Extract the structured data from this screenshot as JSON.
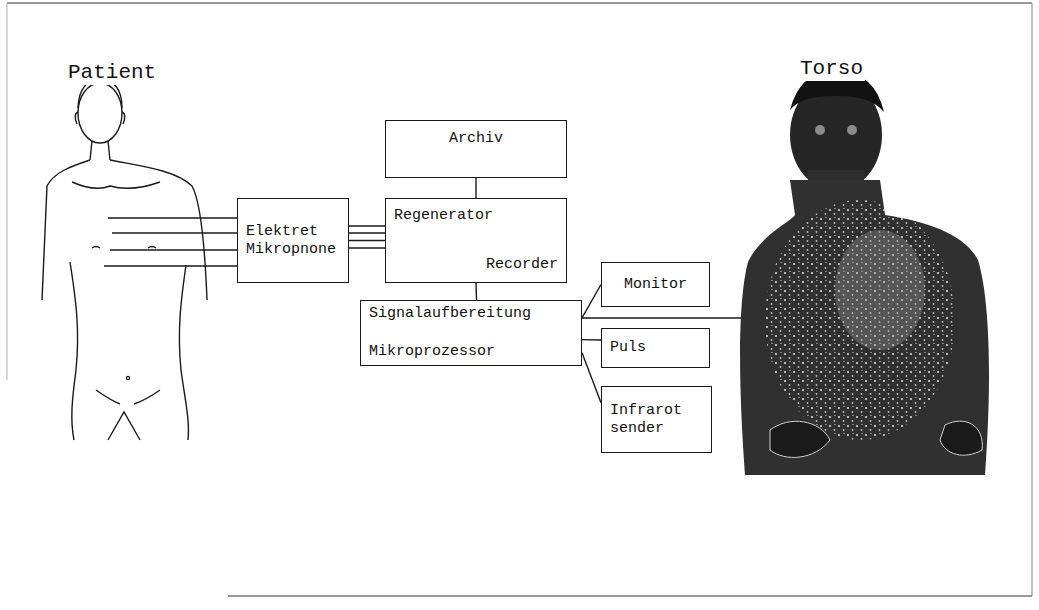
{
  "diagram": {
    "nodes": [
      {
        "text": [
          "Elektret Mikropnone"
        ]
      },
      {
        "text": [
          "Archiv"
        ]
      },
      {
        "text": [
          "Regenerator",
          "Recorder"
        ]
      },
      {
        "text": [
          "Signalaufbereitung",
          "Mikroprozessor"
        ]
      },
      {
        "text": [
          "Monitor"
        ]
      },
      {
        "text": [
          "Puls"
        ]
      },
      {
        "text": [
          "Infrarot sender"
        ]
      }
    ],
    "edges": [
      {
        "from": 0,
        "to": 2,
        "arrow": "none"
      },
      {
        "from": 1,
        "to": 2,
        "arrow": "none"
      },
      {
        "from": 2,
        "to": 3,
        "arrow": "none"
      },
      {
        "from": 3,
        "to": 4,
        "arrow": "none"
      },
      {
        "from": 3,
        "to": 5,
        "arrow": "none"
      },
      {
        "from": 3,
        "to": 6,
        "arrow": "none"
      }
    ],
    "labels": [
      "Patient",
      "Torso"
    ]
  }
}
